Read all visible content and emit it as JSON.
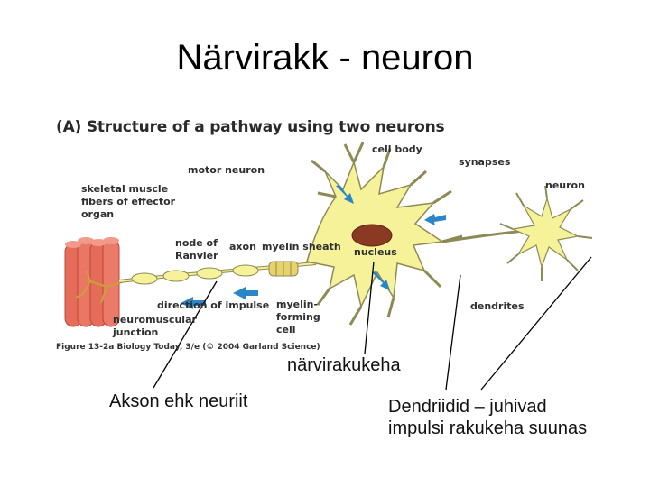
{
  "title": "Närvirakk - neuron",
  "figure": {
    "heading": "(A)   Structure of a pathway using two neurons",
    "caption": "Figure 13-2a  Biology Today, 3/e (© 2004 Garland Science)",
    "labels": {
      "cell_body": "cell body",
      "synapses": "synapses",
      "motor_neuron": "motor neuron",
      "skeletal_muscle": "skeletal muscle\nfibers of effector\norgan",
      "neuron": "neuron",
      "node_of_ranvier": "node of\nRanvier",
      "axon": "axon",
      "myelin_sheath": "myelin sheath",
      "nucleus": "nucleus",
      "direction_of_impulse": "direction of impulse",
      "myelin_forming_cell": "myelin-\nforming\ncell",
      "dendrites": "dendrites",
      "neuromuscular_junction": "neuromuscular\njunction"
    }
  },
  "annotations": {
    "cell_body_et": "närvirakukeha",
    "axon_et": "Akson ehk neuriit",
    "dendrites_et": "Dendriidid – juhivad\nimpulsi rakukeha suunas"
  },
  "colors": {
    "neuron_fill": "#f6f29a",
    "neuron_stroke": "#8d8a55",
    "nucleus": "#8a3a22",
    "muscle": "#e66c5a",
    "arrow": "#2a86c8"
  }
}
